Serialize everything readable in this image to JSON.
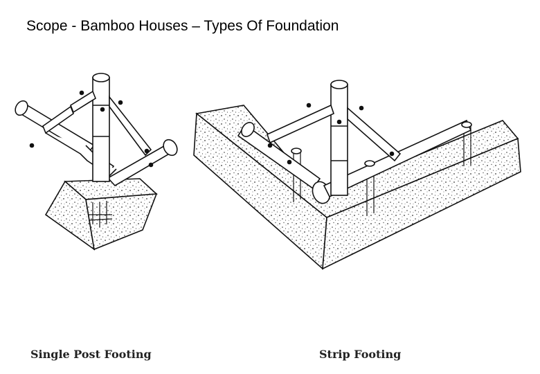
{
  "slide": {
    "title": "Scope - Bamboo Houses – Types Of Foundation",
    "figures": [
      {
        "caption": "Single Post Footing"
      },
      {
        "caption": "Strip Footing"
      }
    ]
  }
}
